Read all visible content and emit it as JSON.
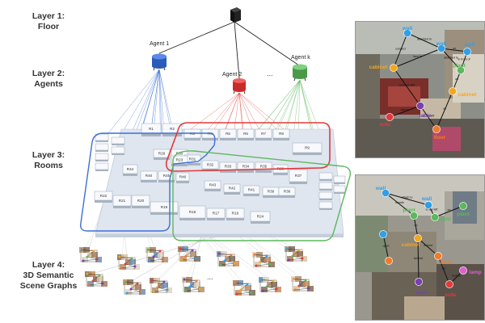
{
  "layers": [
    {
      "label": "Layer 1:\nFloor"
    },
    {
      "label": "Layer 2:\nAgents"
    },
    {
      "label": "Layer 3:\nRooms"
    },
    {
      "label": "Layer 4:\n3D Semantic\nScene Graphs"
    }
  ],
  "agents": [
    {
      "name": "Agent 1",
      "color": "#3b6fd6"
    },
    {
      "name": "Agent 2",
      "color": "#e23a3a"
    },
    {
      "name": "Agent k",
      "color": "#5cb85c"
    }
  ],
  "agent_ellipsis": "...",
  "scene_ellipsis": "...",
  "rooms": [
    "R1",
    "R2",
    "R3",
    "R4",
    "R5",
    "R6",
    "R7",
    "R8",
    "R9",
    "R29",
    "R30",
    "R31",
    "R32",
    "R33",
    "R34",
    "R35",
    "R36",
    "R37",
    "R44",
    "R40",
    "R45",
    "R46",
    "R43",
    "R42",
    "R41",
    "R39",
    "R38",
    "R22",
    "R21",
    "R20",
    "R19",
    "R18",
    "R17",
    "R16",
    "R23",
    "R24"
  ],
  "group_colors": {
    "agent1": "#3b6fd6",
    "agent2": "#e23a3a",
    "agentk": "#5cb85c"
  },
  "top_panel": {
    "nodes": [
      {
        "label": "wall",
        "color": "#2f9fe8"
      },
      {
        "label": "wall",
        "color": "#2f9fe8"
      },
      {
        "label": "cabinet",
        "color": "#f2a81d"
      },
      {
        "label": "wall",
        "color": "#2f9fe8"
      },
      {
        "label": "plant",
        "color": "#5cb85c"
      },
      {
        "label": "cabinet",
        "color": "#f2a81d"
      },
      {
        "label": "sofa",
        "color": "#e23a3a"
      },
      {
        "label": "table",
        "color": "#7a3fb0"
      },
      {
        "label": "floor",
        "color": "#f07b2a"
      }
    ],
    "edges": [
      "attached to",
      "connect",
      "face to",
      "on",
      "attached to",
      "in front of",
      "connect with",
      "face to",
      "to the left",
      "on",
      "on"
    ]
  },
  "bottom_panel": {
    "nodes": [
      {
        "label": "wall",
        "color": "#2f9fe8"
      },
      {
        "label": "wall",
        "color": "#2f9fe8"
      },
      {
        "label": "plant",
        "color": "#5cb85c"
      },
      {
        "label": "plant",
        "color": "#5cb85c"
      },
      {
        "label": "plant",
        "color": "#5cb85c"
      },
      {
        "label": "cabinet",
        "color": "#f2a81d"
      },
      {
        "label": "floor",
        "color": "#f07b2a"
      },
      {
        "label": "table",
        "color": "#7a3fb0"
      },
      {
        "label": "sofa",
        "color": "#e23a3a"
      },
      {
        "label": "lamp",
        "color": "#e05fd0"
      },
      {
        "label": "",
        "color": "#f07b2a"
      },
      {
        "label": "",
        "color": "#2f9fe8"
      }
    ],
    "edges": [
      "attach to",
      "beside",
      "to the left",
      "on",
      "on",
      "in front",
      "behind",
      "on",
      "next to",
      "upon"
    ]
  }
}
